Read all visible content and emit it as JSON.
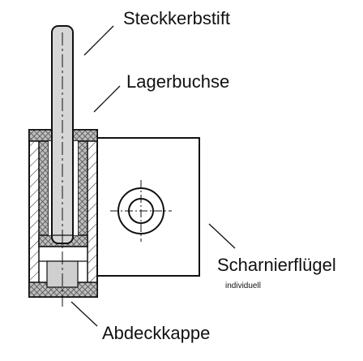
{
  "labels": {
    "steckkerbstift": "Steckkerbstift",
    "lagerbuchse": "Lagerbuchse",
    "scharnierfluegel": "Scharnierflügel",
    "individuell": "individuell",
    "abdeckkappe": "Abdeckkappe"
  }
}
